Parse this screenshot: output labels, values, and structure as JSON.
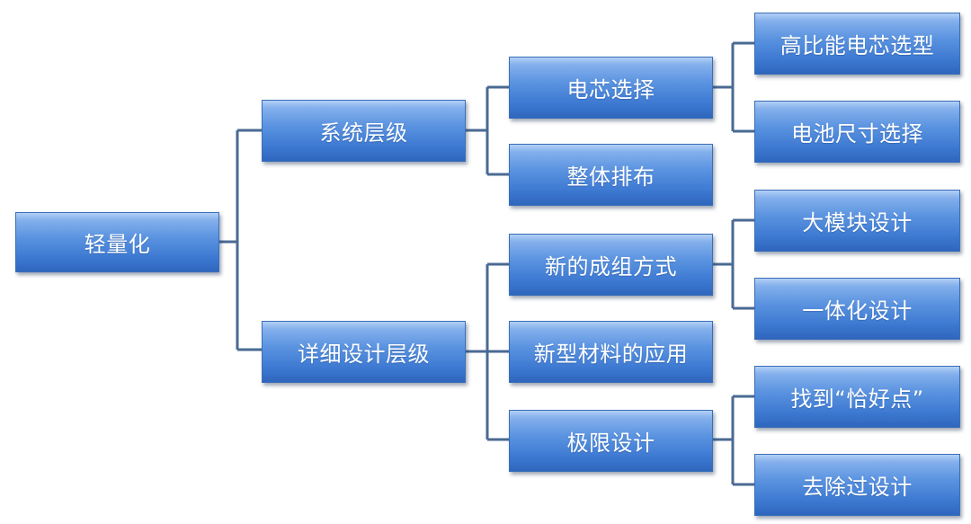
{
  "diagram": {
    "root": "轻量化",
    "level1": {
      "system": "系统层级",
      "detail": "详细设计层级"
    },
    "level2": {
      "cell_selection": "电芯选择",
      "overall_layout": "整体排布",
      "new_grouping": "新的成组方式",
      "new_materials": "新型材料的应用",
      "limit_design": "极限设计"
    },
    "level3": {
      "high_energy_cell": "高比能电芯选型",
      "battery_size": "电池尺寸选择",
      "large_module": "大模块设计",
      "integrated": "一体化设计",
      "sweet_spot": "找到“恰好点”",
      "remove_overdesign": "去除过设计"
    }
  }
}
